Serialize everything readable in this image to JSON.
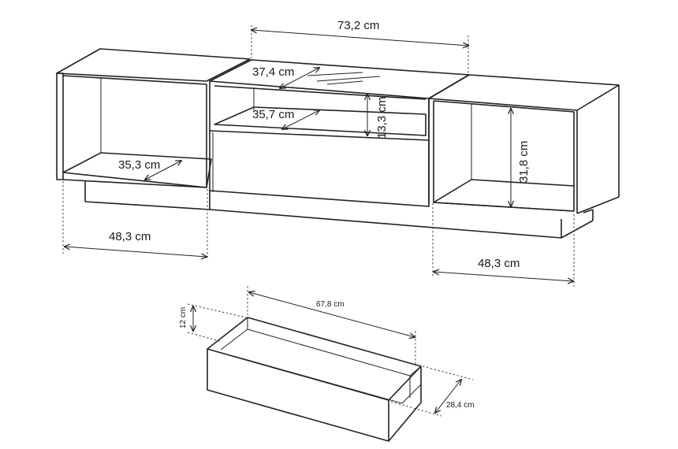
{
  "dimensions": {
    "top_width": "73,2 cm",
    "shelf_depth_center": "37,4 cm",
    "inner_shelf_depth": "35,7 cm",
    "niche_height": "13,3 cm",
    "left_shelf_depth": "35,3 cm",
    "right_niche_height": "31,8 cm",
    "left_section_width": "48,3 cm",
    "right_section_width": "48,3 cm",
    "drawer_width": "67,8 cm",
    "drawer_height": "12 cm",
    "drawer_depth": "28,4 cm"
  },
  "colors": {
    "line": "#222222",
    "background": "#ffffff"
  }
}
